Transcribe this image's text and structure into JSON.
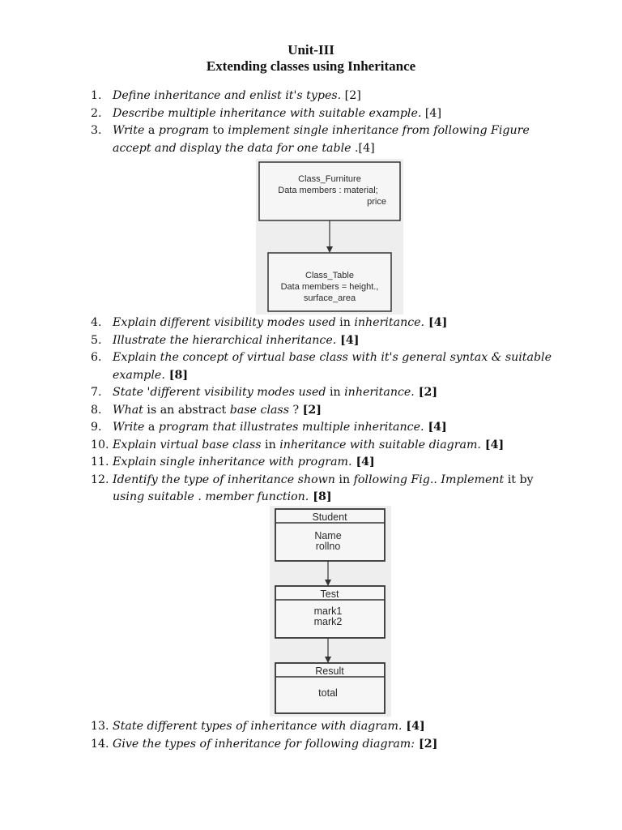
{
  "header": {
    "unit": "Unit-III",
    "title": "Extending classes using Inheritance"
  },
  "questions": [
    {
      "num": "1.",
      "parts": [
        {
          "t": "Define inheritance and enlist it's types.",
          "i": true
        },
        {
          "t": " [2]"
        }
      ]
    },
    {
      "num": "2.",
      "parts": [
        {
          "t": "Describe multiple inheritance with suitable example.",
          "i": true
        },
        {
          "t": " [4]"
        }
      ]
    },
    {
      "num": "3.",
      "parts": [
        {
          "t": "Write",
          "i": true
        },
        {
          "t": " a "
        },
        {
          "t": "program",
          "i": true
        },
        {
          "t": " to "
        },
        {
          "t": "implement single inheritance from following Figure",
          "i": true
        }
      ],
      "cont": [
        {
          "t": "accept and display the data for one table",
          "i": true
        },
        {
          "t": " .[4]"
        }
      ]
    },
    {
      "num": "4.",
      "parts": [
        {
          "t": "Explain different visibility modes used",
          "i": true
        },
        {
          "t": " in "
        },
        {
          "t": "inheritance.",
          "i": true
        },
        {
          "t": " [4]",
          "b": true
        }
      ]
    },
    {
      "num": "5.",
      "parts": [
        {
          "t": "Illustrate the hierarchical inheritance.",
          "i": true
        },
        {
          "t": " [4]",
          "b": true
        }
      ]
    },
    {
      "num": "6.",
      "parts": [
        {
          "t": "Explain the concept of virtual base class with it's general syntax & suitable",
          "i": true
        }
      ],
      "cont": [
        {
          "t": "example.",
          "i": true
        },
        {
          "t": " [8]",
          "b": true
        }
      ]
    },
    {
      "num": "7.",
      "parts": [
        {
          "t": "State 'different visibility modes used",
          "i": true
        },
        {
          "t": " in "
        },
        {
          "t": "inheritance.",
          "i": true
        },
        {
          "t": "  [2]",
          "b": true
        }
      ]
    },
    {
      "num": "8.",
      "parts": [
        {
          "t": "What",
          "i": true
        },
        {
          "t": " is an abstract "
        },
        {
          "t": "base class",
          "i": true
        },
        {
          "t": " ? "
        },
        {
          "t": "[2]",
          "b": true
        }
      ]
    },
    {
      "num": "9.",
      "parts": [
        {
          "t": "Write",
          "i": true
        },
        {
          "t": " a "
        },
        {
          "t": "program that illustrates multiple inheritance.",
          "i": true
        },
        {
          "t": "  [4]",
          "b": true
        }
      ]
    },
    {
      "num": "10.",
      "parts": [
        {
          "t": "Explain virtual base class",
          "i": true
        },
        {
          "t": " in "
        },
        {
          "t": "inheritance with suitable diagram.",
          "i": true
        },
        {
          "t": "  [4]",
          "b": true
        }
      ]
    },
    {
      "num": "11.",
      "parts": [
        {
          "t": "Explain single inheritance with program.",
          "i": true
        },
        {
          "t": " [4]",
          "b": true
        }
      ]
    },
    {
      "num": "12.",
      "parts": [
        {
          "t": "Identify the type of inheritance shown",
          "i": true
        },
        {
          "t": " in "
        },
        {
          "t": "following Fig.. Implement",
          "i": true
        },
        {
          "t": " it by"
        }
      ],
      "cont": [
        {
          "t": "using suitable . member function.",
          "i": true
        },
        {
          "t": " [8]",
          "b": true
        }
      ]
    },
    {
      "num": "13.",
      "parts": [
        {
          "t": "State different types of inheritance with diagram.",
          "i": true
        },
        {
          "t": " [4]",
          "b": true
        }
      ]
    },
    {
      "num": "14.",
      "parts": [
        {
          "t": "Give the types of inheritance for following  diagram:",
          "i": true
        },
        {
          "t": "  [2]",
          "b": true
        }
      ]
    }
  ],
  "figure1": {
    "base": {
      "name": "Class_Furniture",
      "line1": "Data members : material;",
      "line2": "price"
    },
    "derived": {
      "name": "Class_Table",
      "line1": "Data members = height.,",
      "line2": "surface_area"
    }
  },
  "figure2": {
    "boxes": [
      {
        "name": "Student",
        "fields": [
          "Name",
          "rollno"
        ]
      },
      {
        "name": "Test",
        "fields": [
          "mark1",
          "mark2"
        ]
      },
      {
        "name": "Result",
        "fields": [
          "total"
        ]
      }
    ]
  }
}
